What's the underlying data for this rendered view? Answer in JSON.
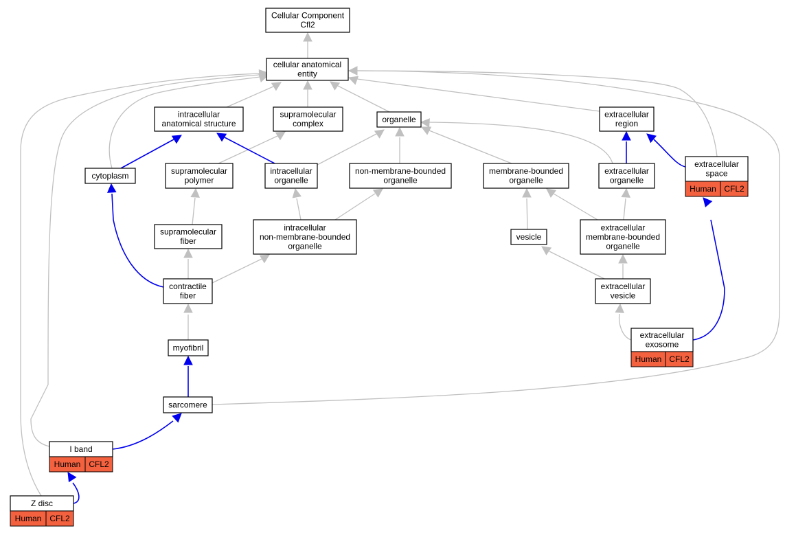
{
  "colors": {
    "annotation_fill": "#f4613f",
    "is_a_edge": "#c0c0c0",
    "part_of_edge": "#0000ee",
    "node_border": "#000000"
  },
  "nodes": {
    "root": [
      "Cellular Component",
      "Cfl2"
    ],
    "cae": [
      "cellular anatomical",
      "entity"
    ],
    "ias": [
      "intracellular",
      "anatomical structure"
    ],
    "smc": [
      "supramolecular",
      "complex"
    ],
    "org": [
      "organelle"
    ],
    "exr": [
      "extracellular",
      "region"
    ],
    "cyt": [
      "cytoplasm"
    ],
    "smp": [
      "supramolecular",
      "polymer"
    ],
    "ico": [
      "intracellular",
      "organelle"
    ],
    "nmbo": [
      "non-membrane-bounded",
      "organelle"
    ],
    "mbo": [
      "membrane-bounded",
      "organelle"
    ],
    "exo": [
      "extracellular",
      "organelle"
    ],
    "exs": [
      "extracellular",
      "space"
    ],
    "smf": [
      "supramolecular",
      "fiber"
    ],
    "inmbo": [
      "intracellular",
      "non-membrane-bounded",
      "organelle"
    ],
    "ves": [
      "vesicle"
    ],
    "exmbo": [
      "extracellular",
      "membrane-bounded",
      "organelle"
    ],
    "cf": [
      "contractile",
      "fiber"
    ],
    "exv": [
      "extracellular",
      "vesicle"
    ],
    "myo": [
      "myofibril"
    ],
    "exso": [
      "extracellular",
      "exosome"
    ],
    "sar": [
      "sarcomere"
    ],
    "iband": [
      "I band"
    ],
    "zdisc": [
      "Z disc"
    ]
  },
  "annotations": {
    "exs": [
      "Human",
      "CFL2"
    ],
    "exso": [
      "Human",
      "CFL2"
    ],
    "iband": [
      "Human",
      "CFL2"
    ],
    "zdisc": [
      "Human",
      "CFL2"
    ]
  }
}
